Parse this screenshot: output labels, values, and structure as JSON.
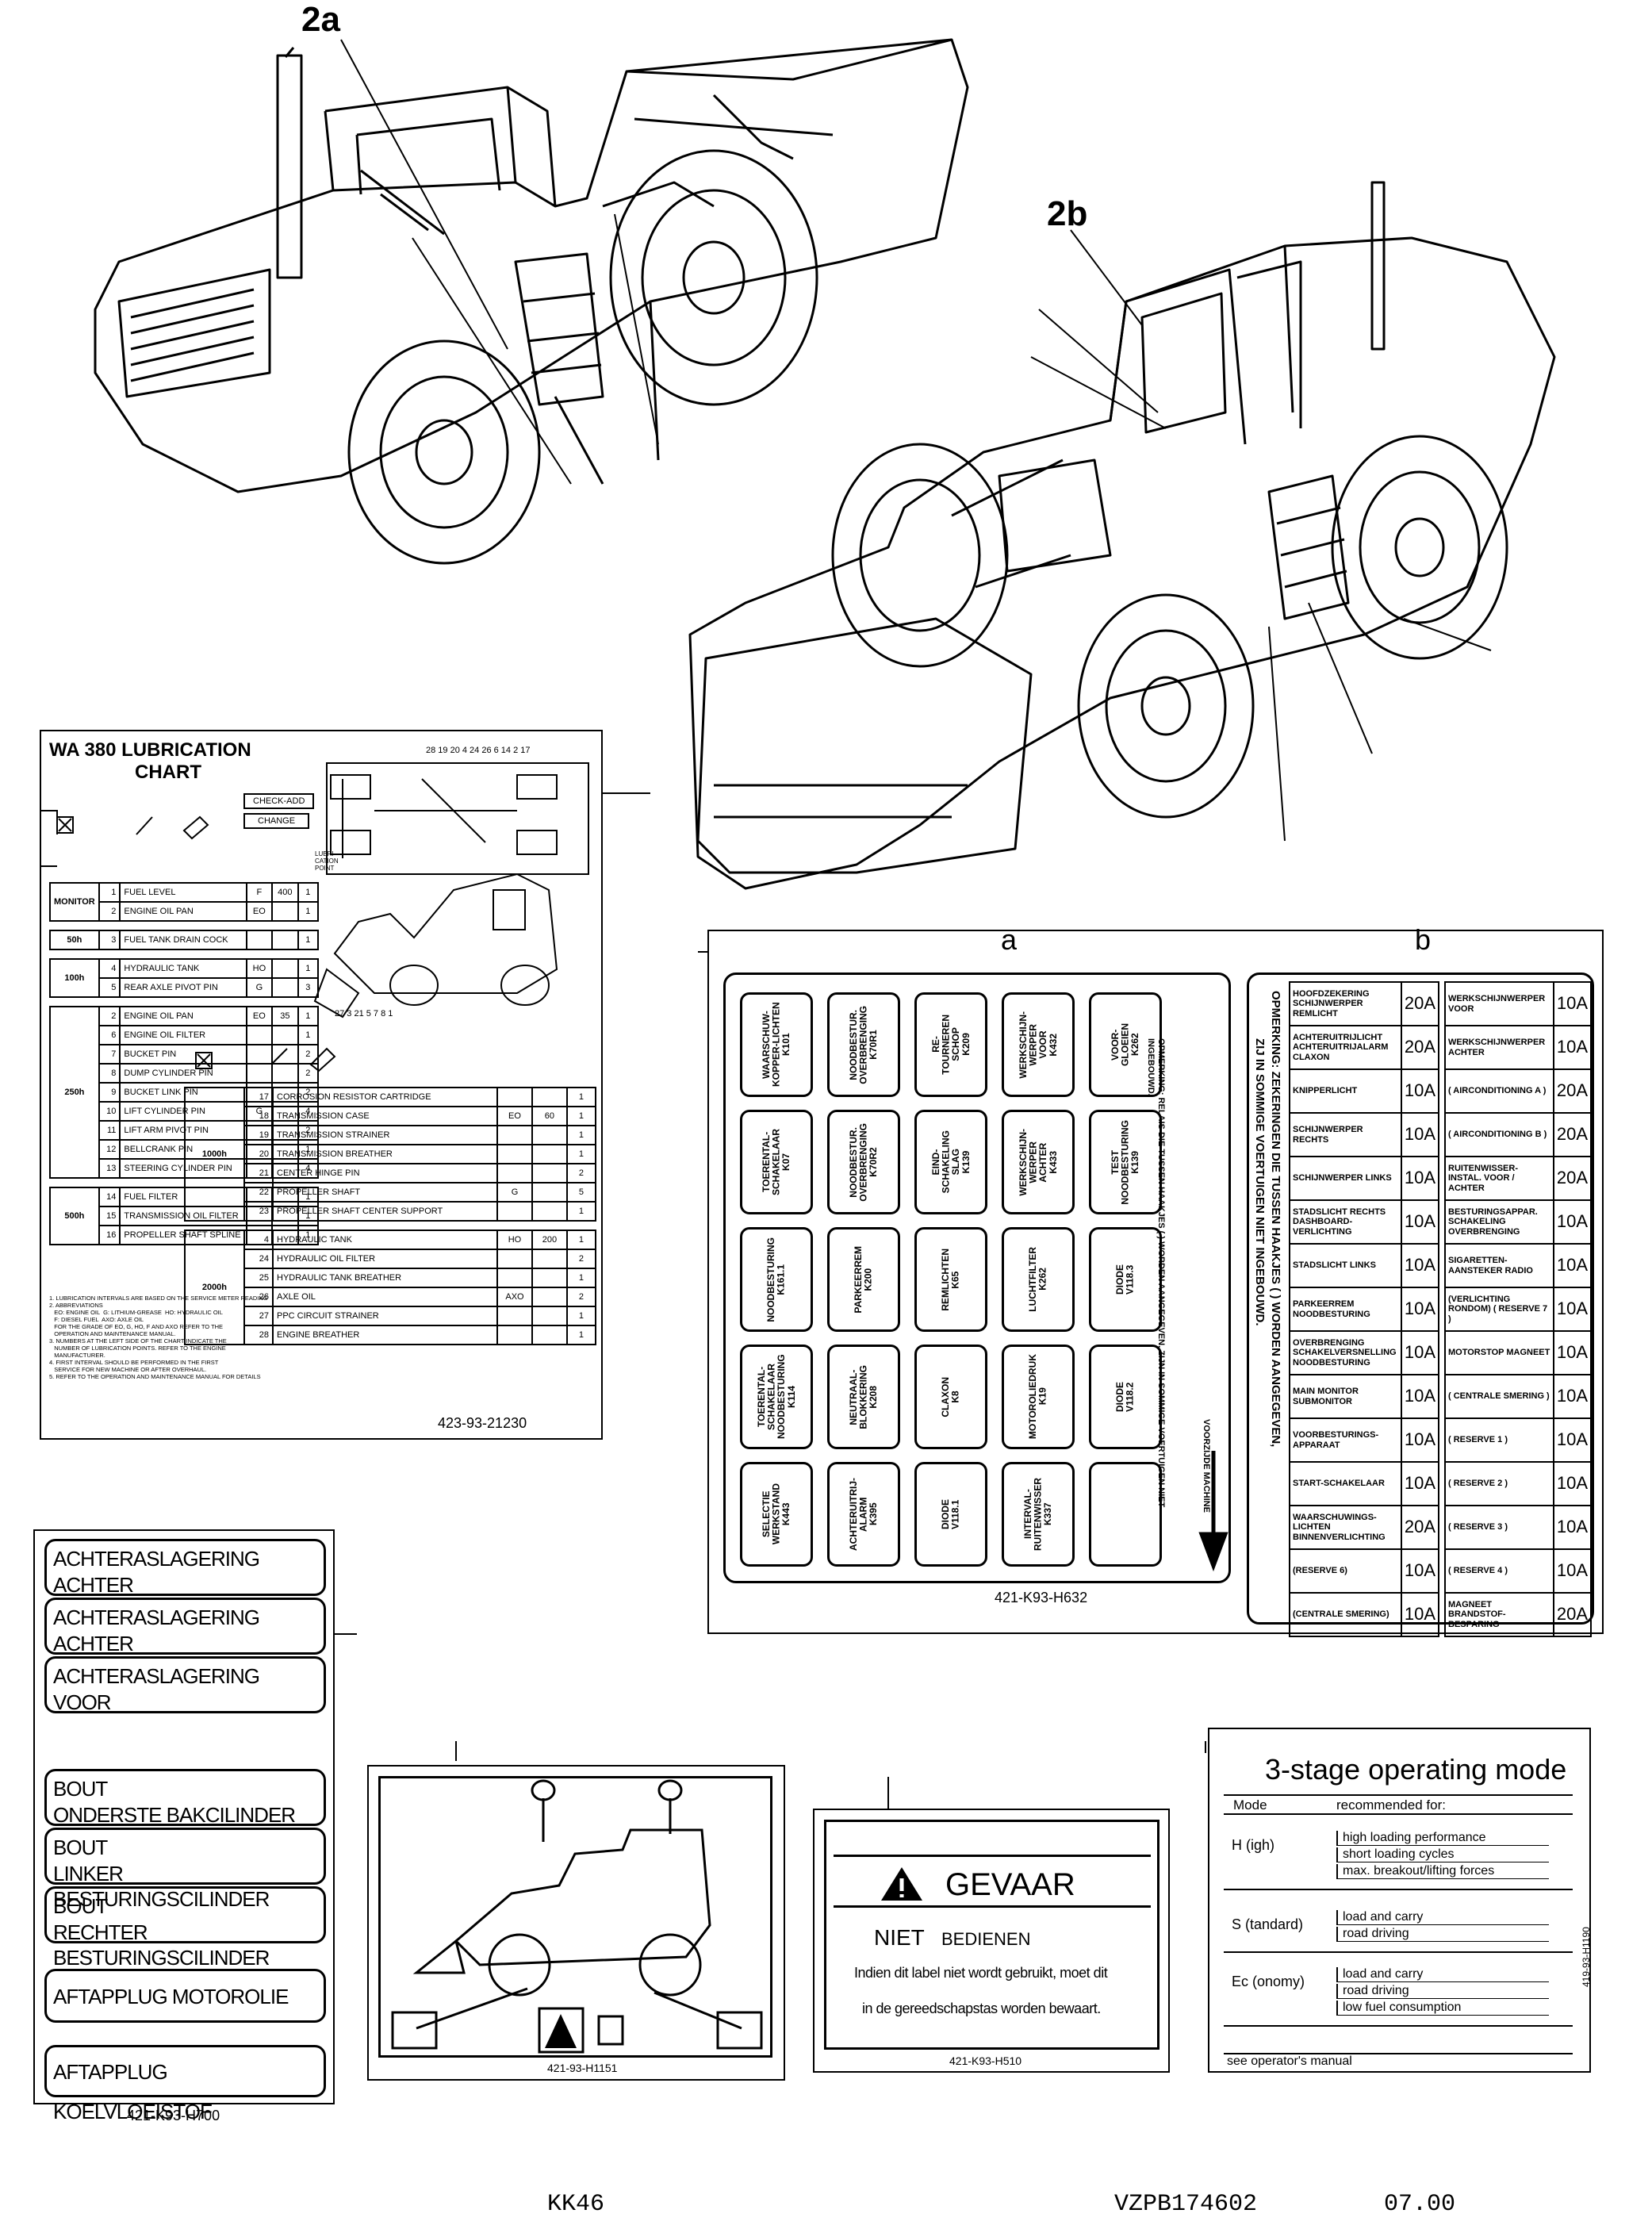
{
  "callouts": {
    "c2a": "2a",
    "c2b": "2b",
    "ca": "a",
    "cb": "b"
  },
  "lubrication": {
    "title1": "WA 380  LUBRICATION",
    "title2": "CHART",
    "check": "CHECK-ADD",
    "change": "CHANGE",
    "lub_point_header": "LUBRI-CATION POINT",
    "diagram_numbers_top": "28 19 20 4 24 26 6 14 2 17",
    "diagram_numbers_bottom": "27 3 21 5 7 8 1",
    "groups_left": [
      {
        "interval": "MONITOR",
        "rows": [
          [
            "1",
            "FUEL LEVEL",
            "F",
            "400",
            "1"
          ],
          [
            "2",
            "ENGINE OIL PAN",
            "EO",
            "",
            "1"
          ]
        ]
      },
      {
        "interval": "50h",
        "rows": [
          [
            "3",
            "FUEL TANK DRAIN COCK",
            "",
            "",
            "1"
          ]
        ]
      },
      {
        "interval": "100h",
        "rows": [
          [
            "4",
            "HYDRAULIC TANK",
            "HO",
            "",
            "1"
          ],
          [
            "5",
            "REAR AXLE PIVOT PIN",
            "G",
            "",
            "3"
          ]
        ]
      },
      {
        "interval": "250h",
        "rows": [
          [
            "2",
            "ENGINE OIL PAN",
            "EO",
            "35",
            "1"
          ],
          [
            "6",
            "ENGINE OIL FILTER",
            "",
            "",
            "1"
          ],
          [
            "7",
            "BUCKET PIN",
            "",
            "",
            "2"
          ],
          [
            "8",
            "DUMP CYLINDER PIN",
            "",
            "",
            "2"
          ],
          [
            "9",
            "BUCKET LINK PIN",
            "",
            "",
            "2"
          ],
          [
            "10",
            "LIFT CYLINDER PIN",
            "G",
            "",
            "4"
          ],
          [
            "11",
            "LIFT ARM PIVOT PIN",
            "",
            "",
            "2"
          ],
          [
            "12",
            "BELLCRANK PIN",
            "",
            "",
            "1"
          ],
          [
            "13",
            "STEERING CYLINDER PIN",
            "",
            "",
            "4"
          ]
        ]
      },
      {
        "interval": "500h",
        "rows": [
          [
            "14",
            "FUEL FILTER",
            "",
            "",
            "1"
          ],
          [
            "15",
            "TRANSMISSION OIL FILTER",
            "",
            "",
            "1"
          ],
          [
            "16",
            "PROPELLER SHAFT SPLINE",
            "",
            "",
            "1"
          ]
        ]
      }
    ],
    "groups_right": [
      {
        "interval": "1000h",
        "rows": [
          [
            "17",
            "CORROSION RESISTOR CARTRIDGE",
            "",
            "",
            "1"
          ],
          [
            "18",
            "TRANSMISSION CASE",
            "EO",
            "60",
            "1"
          ],
          [
            "19",
            "TRANSMISSION STRAINER",
            "",
            "",
            "1"
          ],
          [
            "20",
            "TRANSMISSION BREATHER",
            "",
            "",
            "1"
          ],
          [
            "21",
            "CENTER HINGE PIN",
            "",
            "",
            "2"
          ],
          [
            "22",
            "PROPELLER SHAFT",
            "G",
            "",
            "5"
          ],
          [
            "23",
            "PROPELLER SHAFT CENTER SUPPORT",
            "",
            "",
            "1"
          ]
        ]
      },
      {
        "interval": "2000h",
        "rows": [
          [
            "4",
            "HYDRAULIC TANK",
            "HO",
            "200",
            "1"
          ],
          [
            "24",
            "HYDRAULIC OIL FILTER",
            "",
            "",
            "2"
          ],
          [
            "25",
            "HYDRAULIC TANK BREATHER",
            "",
            "",
            "1"
          ],
          [
            "26",
            "AXLE OIL",
            "AXO",
            "",
            "2"
          ],
          [
            "27",
            "PPC CIRCUIT STRAINER",
            "",
            "",
            "1"
          ],
          [
            "28",
            "ENGINE BREATHER",
            "",
            "",
            "1"
          ]
        ]
      }
    ],
    "notes": [
      "1. LUBRICATION INTERVALS ARE BASED ON THE SERVICE METER READING",
      "2. ABBREVIATIONS",
      "   EO: ENGINE OIL  G: LITHIUM-GREASE  HO: HYDRAULIC OIL",
      "   F: DIESEL FUEL  AXO: AXLE OIL",
      "   FOR THE GRADE OF EO, G, HO, F AND AXO REFER TO THE",
      "   OPERATION AND MAINTENANCE MANUAL.",
      "3. NUMBERS AT THE LEFT SIDE OF THE CHART INDICATE THE",
      "   NUMBER OF LUBRICATION POINTS. REFER TO THE ENGINE",
      "   MANUFACTURER.",
      "4. FIRST INTERVAL SHOULD BE PERFORMED IN THE FIRST",
      "   SERVICE FOR NEW MACHINE OR AFTER OVERHAUL.",
      "5. REFER TO THE OPERATION AND MAINTENANCE MANUAL FOR DETAILS"
    ],
    "part_no": "423-93-21230"
  },
  "fusebox": {
    "part_no": "421-K93-H632",
    "columns": [
      [
        "WAARSCHUW-KOPPER-LICHTEN\nK101",
        "TOERENTAL-SCHAKELAAR\nK07",
        "NOODBESTURING\nK161.1",
        "TOERENTAL-SCHAKELAAR\nNOODBESTURING\nK114",
        "SELECTIE\nWERKSTAND\nK443"
      ],
      [
        "NOODBESTUR.\nOVERBRENGING\nK70R1",
        "NOODBESTUR.\nOVERBRENGING\nK70R2",
        "PARKEERREM\nK200",
        "NEUTRAAL-\nBLOKKERING\nK208",
        "ACHTERUITRIJ-\nALARM\nK395"
      ],
      [
        "RE-\nTOURNEREN\nSCHOP\nK209",
        "EIND-\nSCHAKELING\nSLAG\nK139",
        "REMLICHTEN\nK65",
        "CLAXON\nK8",
        "DIODE\nV118.1"
      ],
      [
        "WERKSCHIJN-\nWERPER\nVOOR\nK432",
        "WERKSCHIJN-\nWERPER\nACHTER\nK433",
        "LUCHTFILTER\nK262",
        "MOTOROLIEDRUK\nK19",
        "INTERVAL-\nRUITENWISSER\nK337"
      ],
      [
        "VOOR-\nGLOEIEN\nK262",
        "TEST\nNOODBESTURING\nK139",
        "DIODE\nV118.3",
        "DIODE\nV118.2",
        ""
      ]
    ],
    "note_inner": "OPMERKING: RELAIS DIE TUSSEN HAAKJES ( ) WORDEN AANGEGEVEN, ZIJN IN SOMMIGE VOERTUIGEN NIET INGEBOUWD.",
    "arrow_label": "VOORZIJDE MACHINE",
    "note_outer1": "OPMERKING: ZEKERINGEN DIE TUSSEN HAAKJES ( ) WORDEN AANGEGEVEN,",
    "note_outer2": "ZIJ IN SOMMIGE VOERTUIGEN NIET INGEBOUWD.",
    "fuses_left": [
      [
        "HOOFDZEKERING SCHIJNWERPER REMLICHT",
        "20A"
      ],
      [
        "ACHTERUITRIJLICHT ACHTERUITRIJALARM CLAXON",
        "20A"
      ],
      [
        "KNIPPERLICHT",
        "10A"
      ],
      [
        "SCHIJNWERPER RECHTS",
        "10A"
      ],
      [
        "SCHIJNWERPER LINKS",
        "10A"
      ],
      [
        "STADSLICHT RECHTS DASHBOARD-VERLICHTING",
        "10A"
      ],
      [
        "STADSLICHT LINKS",
        "10A"
      ],
      [
        "PARKEERREM NOODBESTURING",
        "10A"
      ],
      [
        "OVERBRENGING SCHAKELVERSNELLING NOODBESTURING",
        "10A"
      ],
      [
        "MAIN MONITOR SUBMONITOR",
        "10A"
      ],
      [
        "VOORBESTURINGS-APPARAAT",
        "10A"
      ],
      [
        "START-SCHAKELAAR",
        "10A"
      ],
      [
        "WAARSCHUWINGS-LICHTEN BINNENVERLICHTING",
        "20A"
      ],
      [
        "(RESERVE 6)",
        "10A"
      ],
      [
        "(CENTRALE SMERING)",
        "10A"
      ]
    ],
    "fuses_right": [
      [
        "WERKSCHIJNWERPER VOOR",
        "10A"
      ],
      [
        "WERKSCHIJNWERPER ACHTER",
        "10A"
      ],
      [
        "( AIRCONDITIONING A )",
        "20A"
      ],
      [
        "( AIRCONDITIONING B )",
        "20A"
      ],
      [
        "RUITENWISSER-INSTAL. VOOR / ACHTER",
        "20A"
      ],
      [
        "BESTURINGSAPPAR. SCHAKELING OVERBRENGING",
        "10A"
      ],
      [
        "SIGARETTEN-AANSTEKER RADIO",
        "10A"
      ],
      [
        "(VERLICHTING RONDOM) ( RESERVE 7 )",
        "10A"
      ],
      [
        "MOTORSTOP MAGNEET",
        "10A"
      ],
      [
        "( CENTRALE SMERING )",
        "10A"
      ],
      [
        "( RESERVE 1 )",
        "10A"
      ],
      [
        "( RESERVE 2 )",
        "10A"
      ],
      [
        "( RESERVE 3 )",
        "10A"
      ],
      [
        "( RESERVE 4 )",
        "10A"
      ],
      [
        "MAGNEET BRANDSTOF-BESPARING",
        "20A"
      ]
    ]
  },
  "labels": {
    "l1": "ACHTERASLAGERING\nACHTER",
    "l2": "ACHTERASLAGERING\nACHTER",
    "l3": "ACHTERASLAGERING\nVOOR",
    "l4": "BOUT\nONDERSTE BAKCILINDER",
    "l5": "BOUT\nLINKER BESTURINGSCILINDER",
    "l6": "BOUT\nRECHTER BESTURINGSCILINDER",
    "l7": "AFTAPPLUG MOTOROLIE",
    "l8": "AFTAPPLUG KOELVLOEISTOF",
    "part_no": "421-K93-H700"
  },
  "lift_decal": {
    "part_no": "421-93-H1151"
  },
  "gevaar": {
    "title": "GEVAAR",
    "sub1": "NIET",
    "sub2": "BEDIENEN",
    "body1": "Indien dit label niet wordt gebruikt, moet dit",
    "body2": "in de gereedschapstas worden bewaart.",
    "part_no": "421-K93-H510"
  },
  "stage": {
    "title": "3-stage operating mode",
    "col1": "Mode",
    "col2": "recommended for:",
    "modes": [
      {
        "name": "H (igh)",
        "items": [
          "high loading performance",
          "short loading cycles",
          "max. breakout/lifting forces"
        ]
      },
      {
        "name": "S (tandard)",
        "items": [
          "load and carry",
          "road driving"
        ]
      },
      {
        "name": "Ec (onomy)",
        "items": [
          "load and carry",
          "road driving",
          "low fuel consumption"
        ]
      }
    ],
    "footer": "see operator's manual",
    "side_part": "419-93-H1190"
  },
  "footer": {
    "left": "KK46",
    "mid": "VZPB174602",
    "right": "07.00"
  }
}
